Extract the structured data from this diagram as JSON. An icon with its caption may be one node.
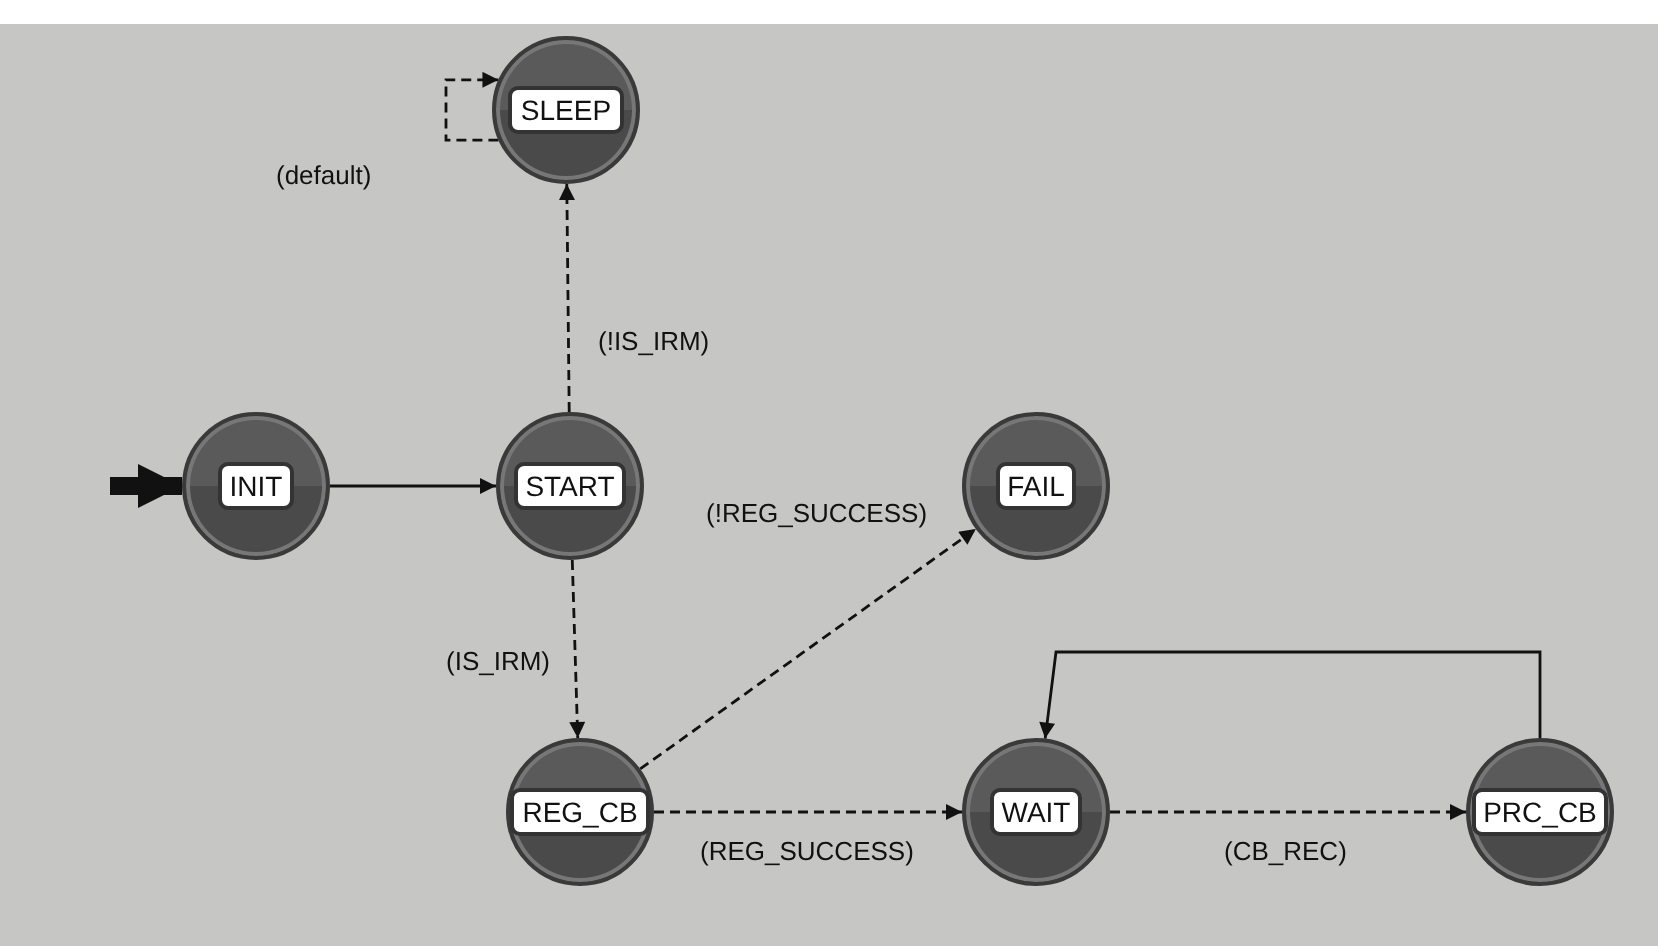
{
  "diagram": {
    "nodes": [
      {
        "text": [
          "SLEEP"
        ]
      },
      {
        "text": [
          "INIT"
        ]
      },
      {
        "text": [
          "START"
        ]
      },
      {
        "text": [
          "FAIL"
        ]
      },
      {
        "text": [
          "REG_CB"
        ]
      },
      {
        "text": [
          "WAIT"
        ]
      },
      {
        "text": [
          "PRC_CB"
        ]
      }
    ],
    "edges": [
      {
        "from": null,
        "to": 1,
        "arrow": "to",
        "style": "thick"
      },
      {
        "from": 1,
        "to": 2,
        "arrow": "to"
      },
      {
        "from": 0,
        "to": 0,
        "arrow": "to",
        "style": "dashed",
        "label": "(default)"
      },
      {
        "from": 2,
        "to": 0,
        "arrow": "to",
        "style": "dashed",
        "label": "(!IS_IRM)"
      },
      {
        "from": 2,
        "to": 4,
        "arrow": "to",
        "style": "dashed",
        "label": "(IS_IRM)"
      },
      {
        "from": 4,
        "to": 3,
        "arrow": "to",
        "style": "dashed",
        "label": "(!REG_SUCCESS)"
      },
      {
        "from": 4,
        "to": 5,
        "arrow": "to",
        "style": "dashed",
        "label": "(REG_SUCCESS)"
      },
      {
        "from": 5,
        "to": 6,
        "arrow": "to",
        "style": "dashed",
        "label": "(CB_REC)"
      },
      {
        "from": 6,
        "to": 5,
        "arrow": "to"
      }
    ]
  }
}
